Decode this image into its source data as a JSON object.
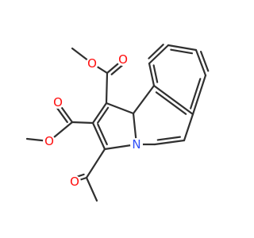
{
  "structure": {
    "atom_labels": [
      {
        "id": "ester1-ether-o",
        "text": "O"
      },
      {
        "id": "ester1-carbonyl-o",
        "text": "O"
      },
      {
        "id": "ester2-ether-o",
        "text": "O"
      },
      {
        "id": "ester2-carbonyl-o",
        "text": "O"
      },
      {
        "id": "ring-n",
        "text": "N"
      },
      {
        "id": "acetyl-o",
        "text": "O"
      }
    ]
  },
  "colors": {
    "bond": "#303030",
    "oxygen": "#ff0d0d",
    "nitrogen": "#3050f8"
  }
}
